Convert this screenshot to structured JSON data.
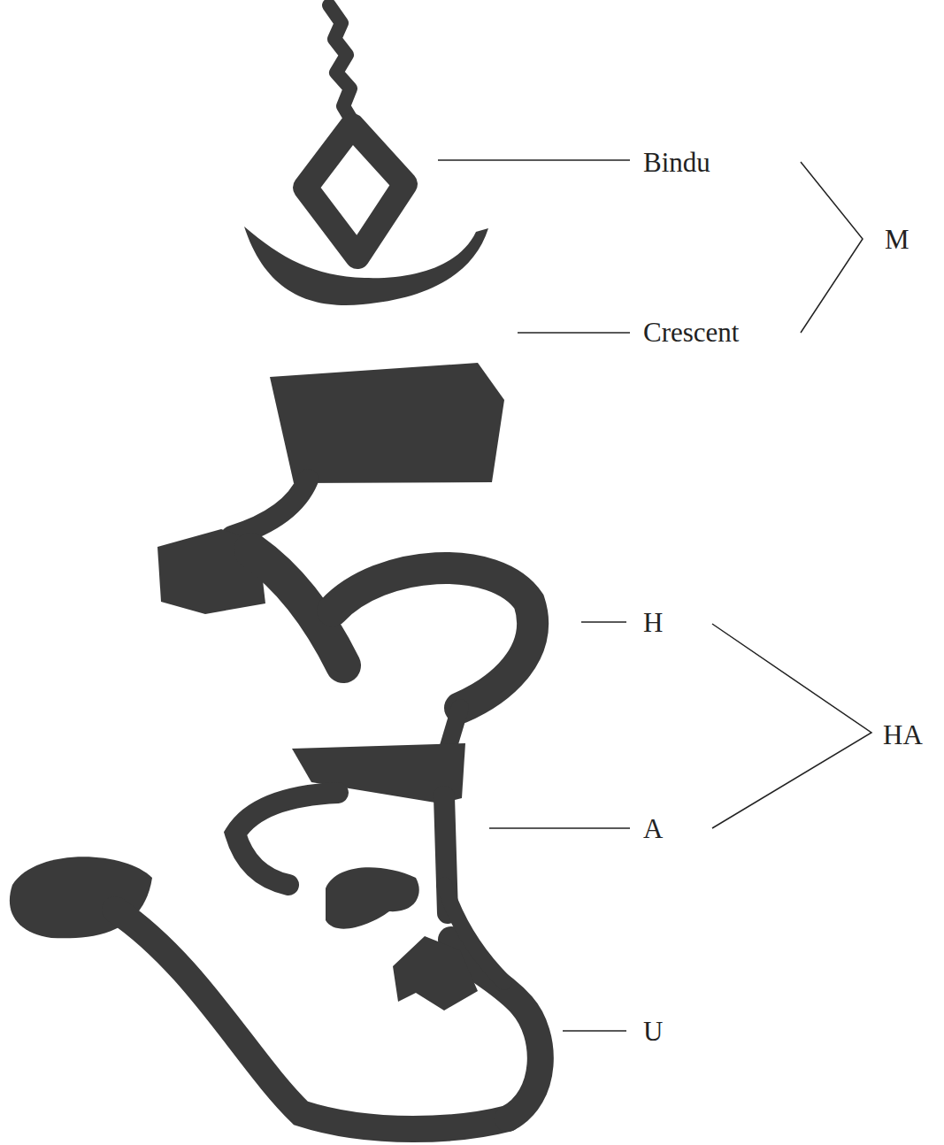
{
  "diagram": {
    "labels": [
      "Bindu",
      "M",
      "Crescent",
      "H",
      "HA",
      "A",
      "U"
    ]
  }
}
